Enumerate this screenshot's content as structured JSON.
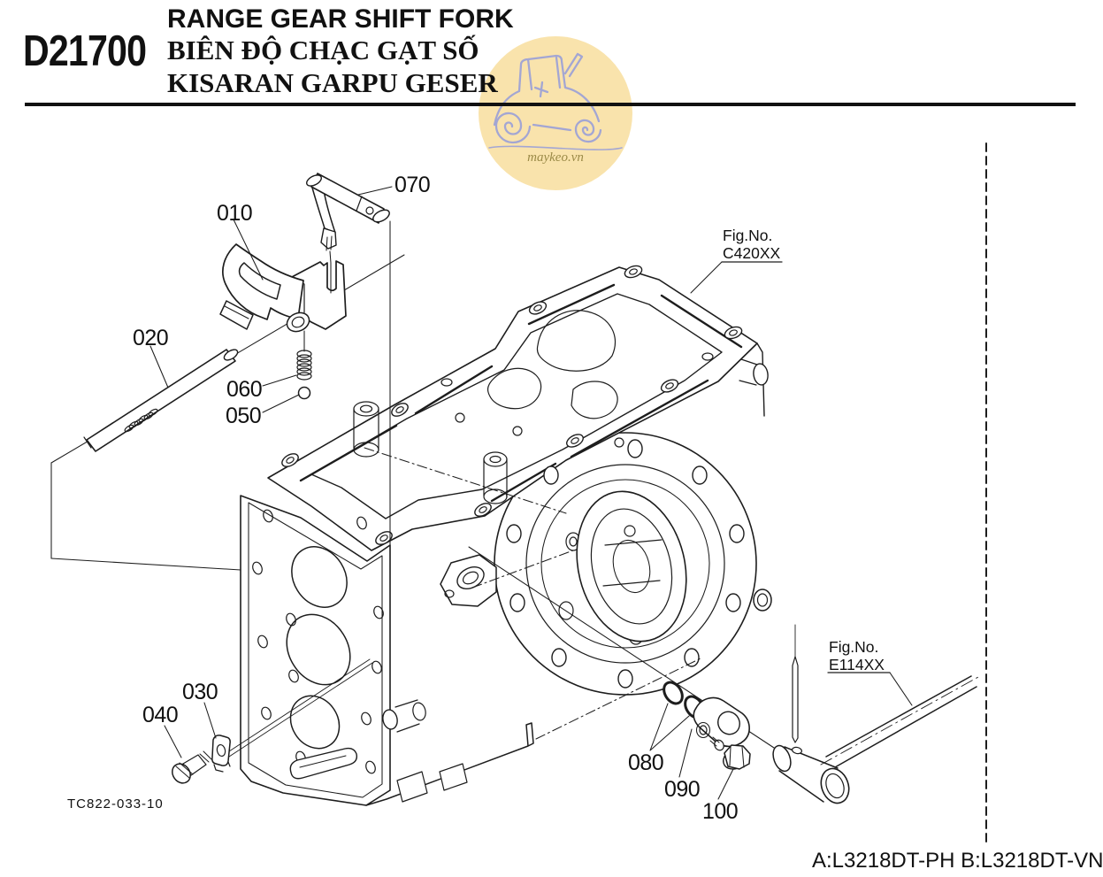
{
  "header": {
    "code": "D21700",
    "title_en": "RANGE GEAR SHIFT FORK",
    "title_vi": "BIÊN ĐỘ CHẠC GẠT SỐ",
    "title_id": "KISARAN GARPU GESER"
  },
  "watermark": {
    "site": "maykeo.vn"
  },
  "callouts": {
    "c010": "010",
    "c020": "020",
    "c030": "030",
    "c040": "040",
    "c050": "050",
    "c060": "060",
    "c070": "070",
    "c080": "080",
    "c090": "090",
    "c100": "100"
  },
  "fig_refs": {
    "r1_label": "Fig.No.",
    "r1_code": "C420XX",
    "r2_label": "Fig.No.",
    "r2_code": "E114XX"
  },
  "footer": {
    "drawing_no": "TC822-033-10",
    "models": "A:L3218DT-PH B:L3218DT-VN"
  },
  "colors": {
    "ink": "#1d1d1d",
    "watermark_fill": "#F9E3AC",
    "watermark_tractor": "#9FA3D6",
    "watermark_text": "#8B7B36"
  }
}
